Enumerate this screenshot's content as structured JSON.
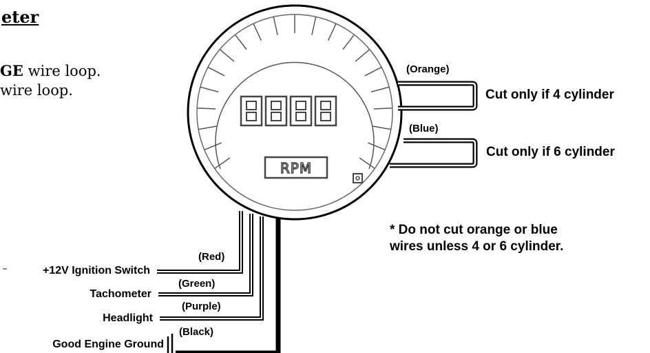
{
  "title_fragment": "eter",
  "instructions": {
    "line1_bold": "GE",
    "line1_rest": " wire loop.",
    "line2": "wire loop."
  },
  "loops": [
    {
      "color": "(Orange)",
      "label": "Cut only if 4 cylinder"
    },
    {
      "color": "(Blue)",
      "label": "Cut only if 6 cylinder"
    }
  ],
  "note": {
    "line1": "* Do not cut orange or blue",
    "line2": "wires unless 4 or 6 cylinder."
  },
  "gauge": {
    "display": "8888",
    "unit": "RPM"
  },
  "wires": [
    {
      "color": "(Red)",
      "connection": "+12V Ignition Switch"
    },
    {
      "color": "(Green)",
      "connection": "Tachometer"
    },
    {
      "color": "(Purple)",
      "connection": "Headlight"
    },
    {
      "color": "(Black)",
      "connection": "Good Engine Ground"
    }
  ]
}
